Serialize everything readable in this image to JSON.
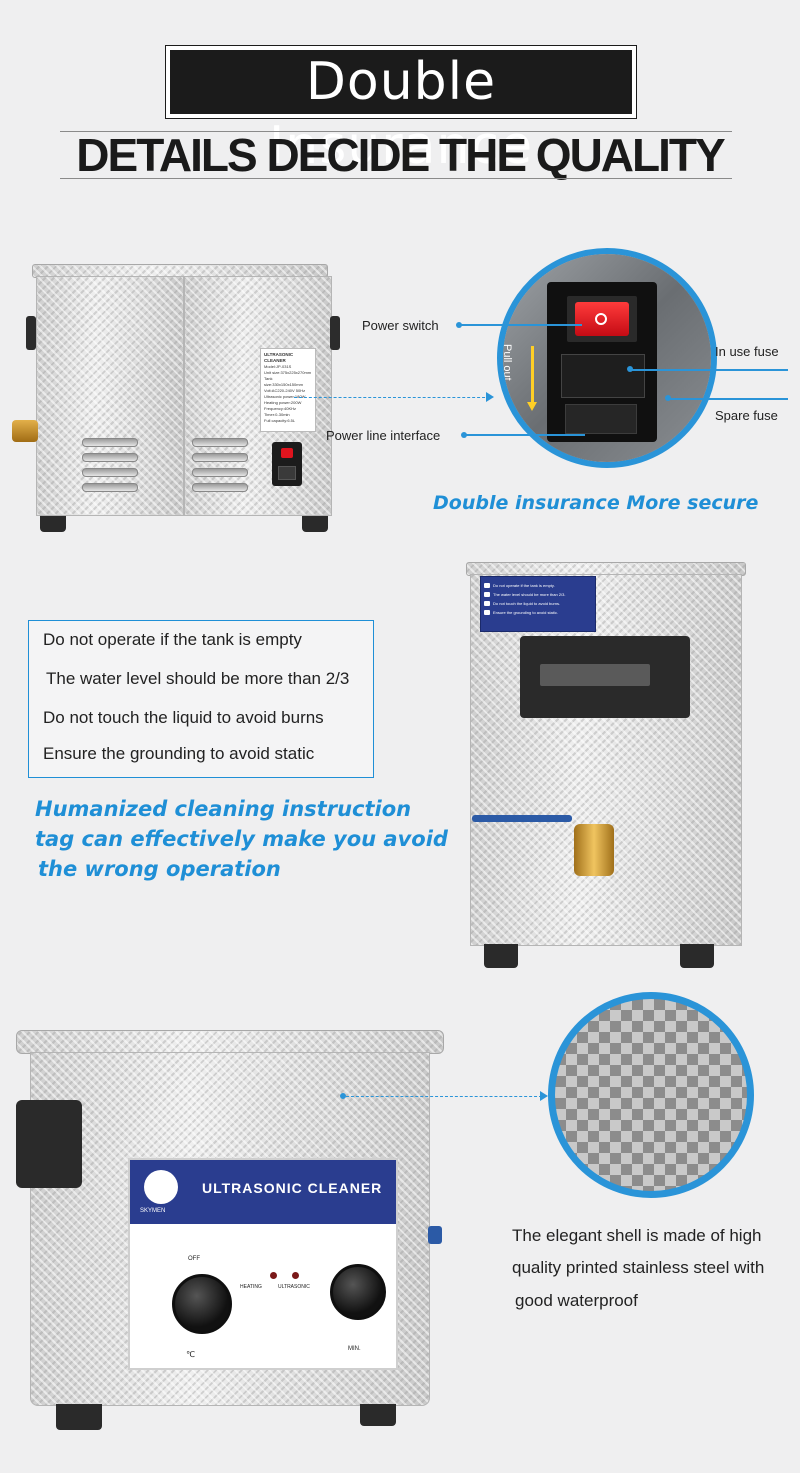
{
  "header": {
    "title": "Double Insurance",
    "subtitle": "DETAILS DECIDE THE QUALITY"
  },
  "section1": {
    "callouts": {
      "power_switch": "Power switch",
      "power_line_interface": "Power line interface",
      "in_use_fuse": "In use fuse",
      "spare_fuse": "Spare fuse",
      "pull_out": "Pull out"
    },
    "caption": "Double insurance More secure",
    "label_card": {
      "heading": "ULTRASONIC CLEANER",
      "lines": [
        "Model:JP-031S",
        "Unit size:375x225x270mm",
        "Tank size:330x150x150mm",
        "Volt:AC220-240V 50Hz",
        "Ultrasonic power:180W",
        "Heating power:200W",
        "Frequency:40KHz",
        "Timer:0-30min",
        "Full capacity:6.5L"
      ]
    }
  },
  "section2": {
    "warnings": [
      "Do not operate if the tank is empty",
      "The water level should be more than 2/3",
      "Do not touch the liquid to avoid burns",
      "Ensure the grounding to avoid static"
    ],
    "caption_lines": [
      "Humanized cleaning instruction",
      "tag can effectively make you avoid",
      "the wrong operation"
    ],
    "tag_lines": [
      "Do not operate if the tank is empty.",
      "The water level should be more than 2/3.",
      "Do not touch the liquid to avoid burns.",
      "Ensure the grounding to avoid static."
    ]
  },
  "section3": {
    "panel_title": "ULTRASONIC CLEANER",
    "brand": "SKYMEN",
    "indicators": [
      "HEATING",
      "ULTRASONIC"
    ],
    "knob_labels": {
      "off": "OFF",
      "temp_unit": "℃",
      "time_unit": "MIN."
    },
    "description_lines": [
      "The elegant shell is made of high",
      "quality printed stainless steel with",
      "good waterproof"
    ]
  },
  "colors": {
    "accent_blue": "#1f8fd6",
    "title_bg": "#1b1b1b",
    "switch_red": "#e0141e",
    "panel_navy": "#2a3d8f"
  }
}
